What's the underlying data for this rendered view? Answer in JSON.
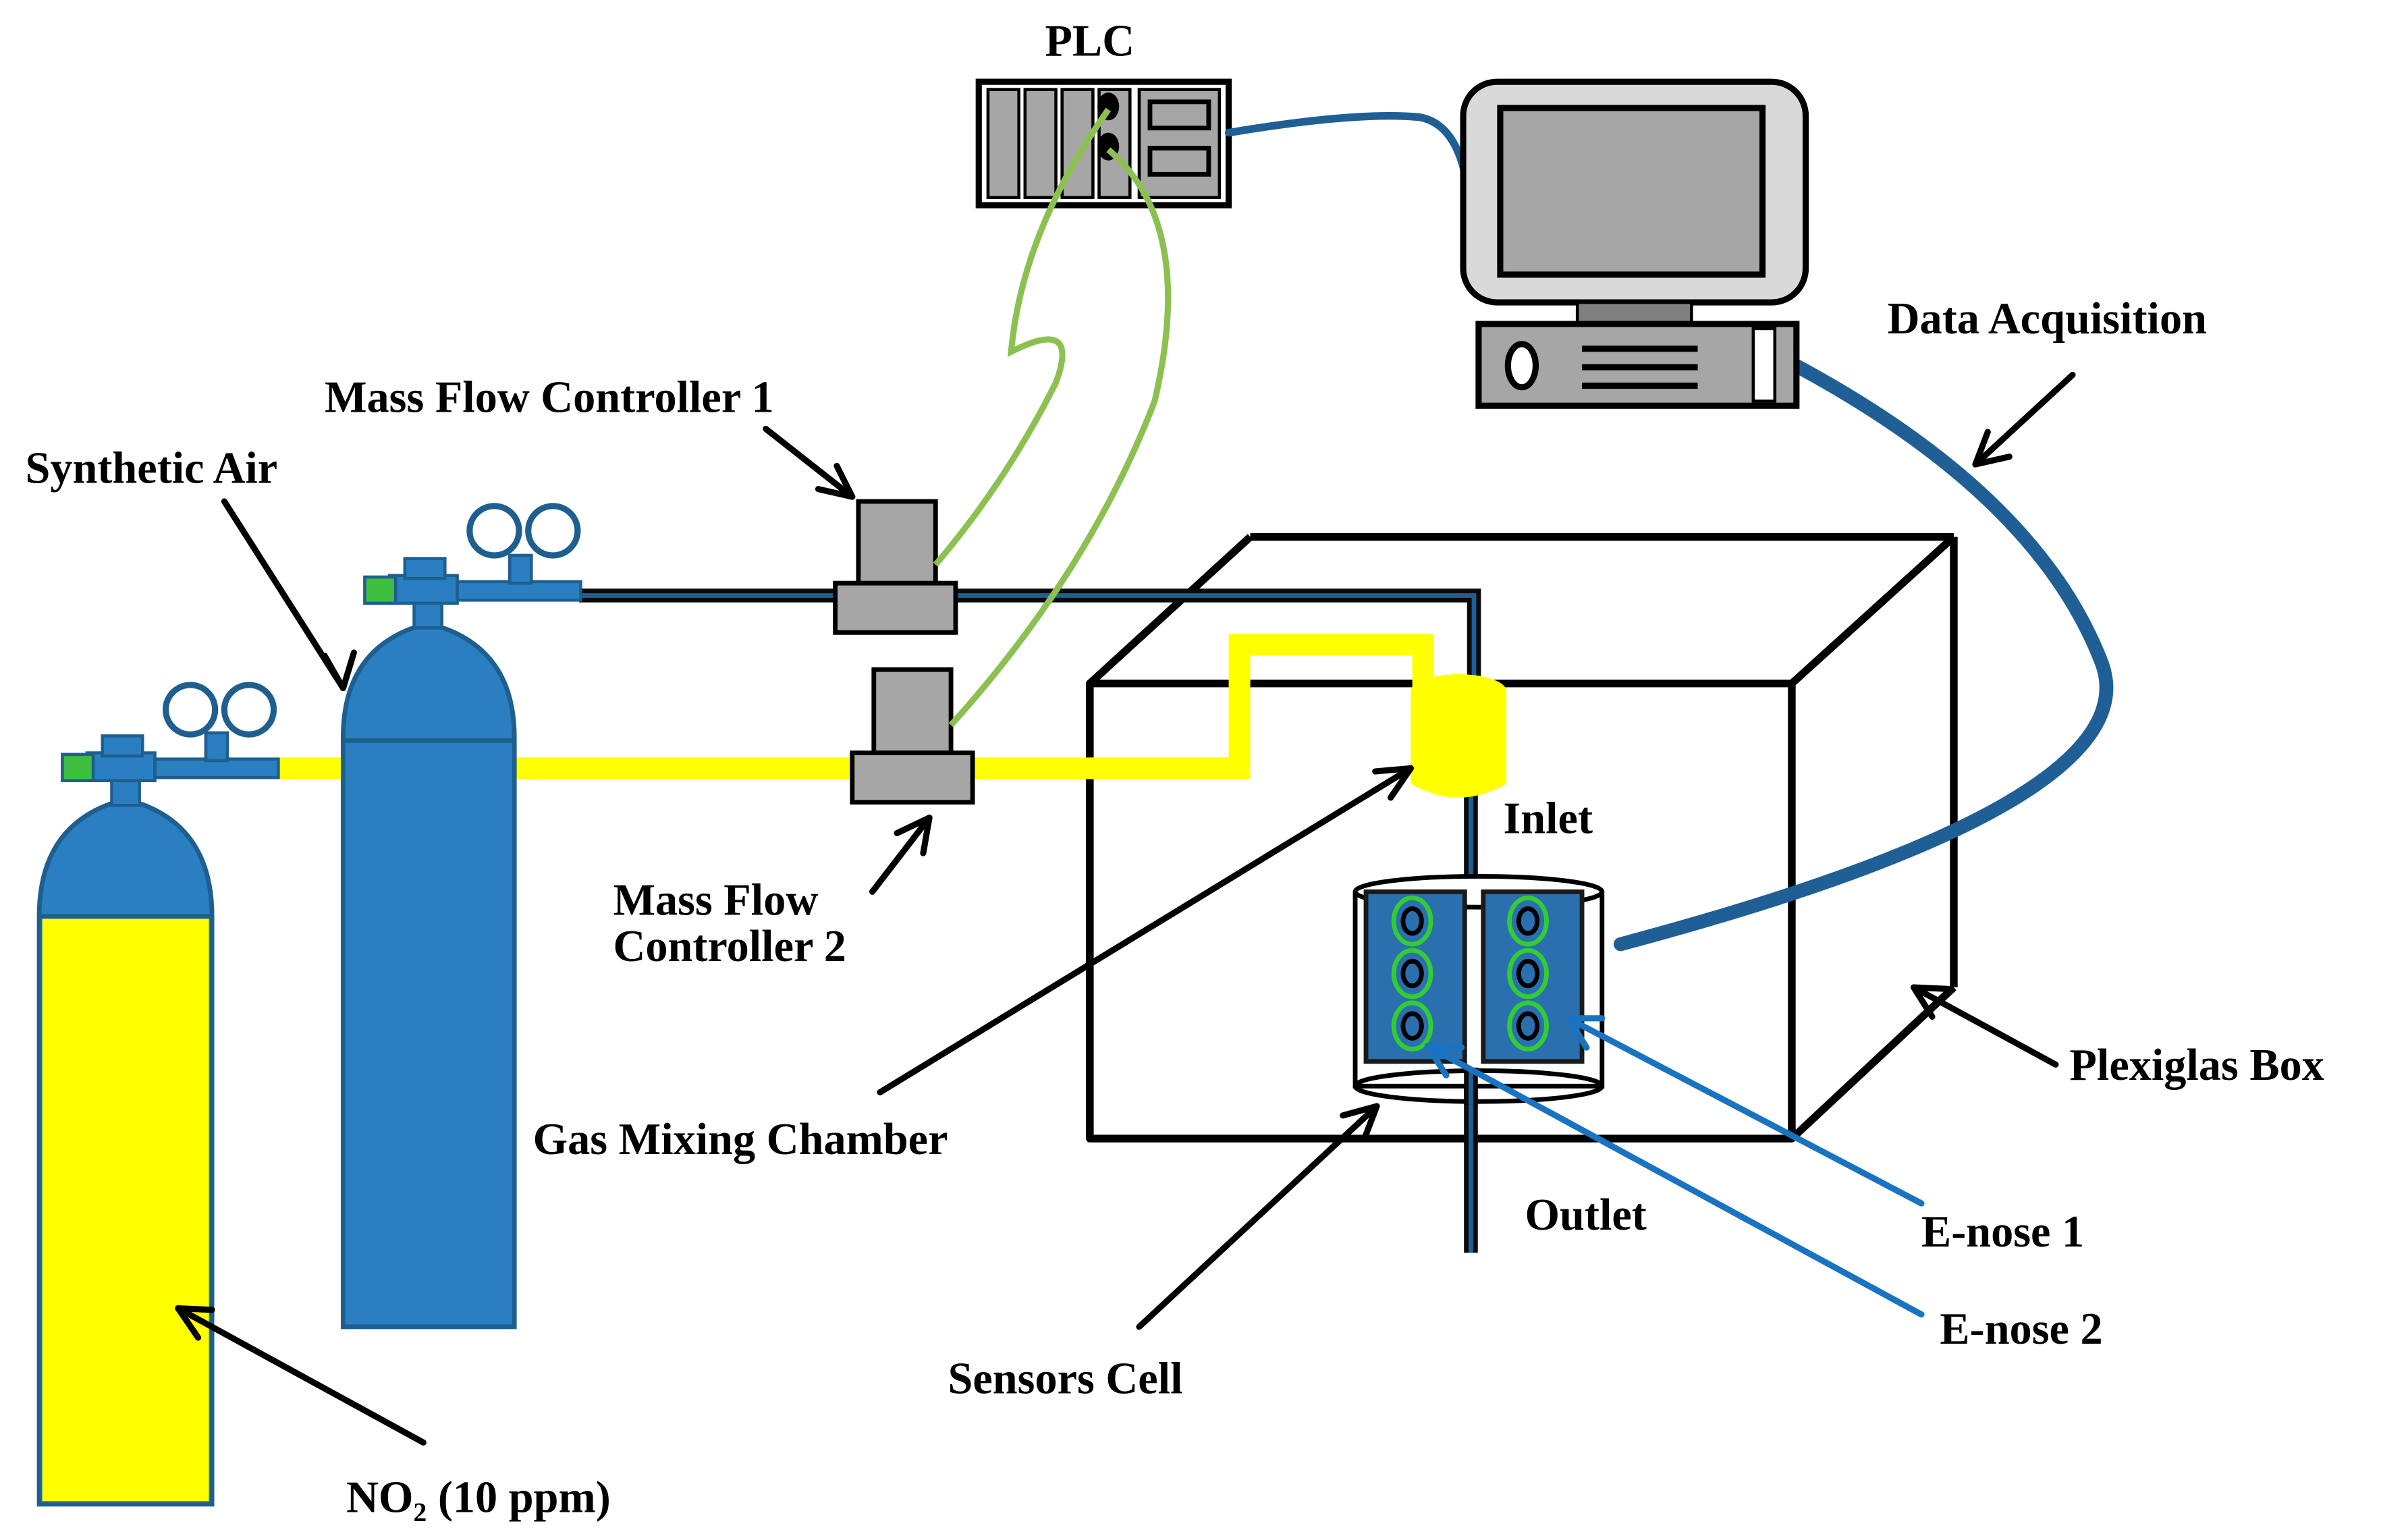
{
  "labels": {
    "plc": "PLC",
    "data_acquisition": "Data Acquisition",
    "mfc1": "Mass Flow Controller 1",
    "synthetic_air": "Synthetic Air",
    "mfc2_line1": "Mass Flow",
    "mfc2_line2": "Controller 2",
    "inlet": "Inlet",
    "plexiglas_box": "Plexiglas Box",
    "gas_mixing_chamber": "Gas Mixing Chamber",
    "outlet": "Outlet",
    "enose1": "E-nose 1",
    "enose2": "E-nose 2",
    "sensors_cell": "Sensors Cell",
    "no2": "NO₂ (10 ppm)"
  },
  "colors": {
    "cylinder_blue": "#2a7fc0",
    "no2_yellow": "#ffff00",
    "gas_line_yellow": "#ffff00",
    "signal_green": "#8cc152",
    "cable_blue": "#1f5f95",
    "device_gray": "#a6a6a6",
    "valve_green": "#3fbf3f",
    "sensor_board_blue": "#2a6fae",
    "sensor_ring_green": "#33cc33",
    "enose_arrow_blue": "#1a73c0"
  }
}
